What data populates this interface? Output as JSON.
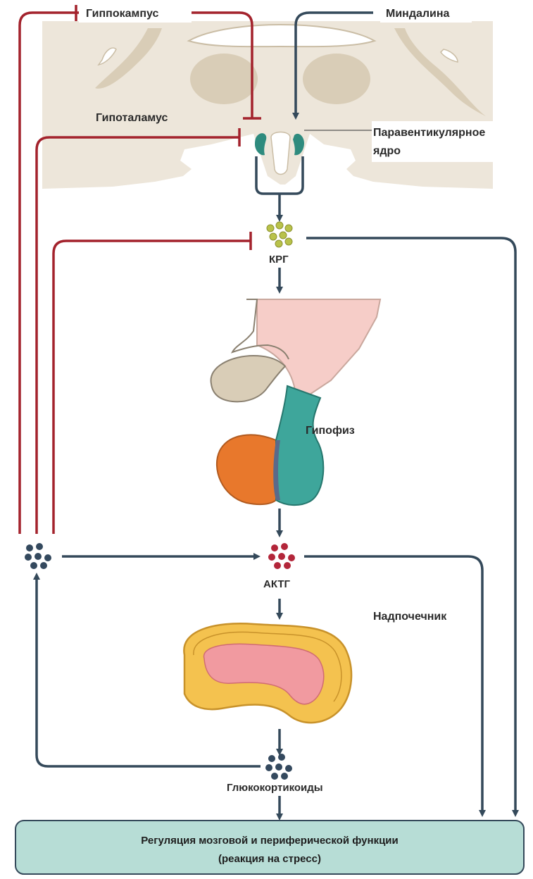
{
  "labels": {
    "hippocampus": "Гиппокампус",
    "amygdala": "Миндалина",
    "hypothalamus": "Гипоталамус",
    "paraventricular_line1": "Паравентикулярное",
    "paraventricular_line2": "ядро",
    "crh": "КРГ",
    "pituitary": "Гипофиз",
    "acth": "АКТГ",
    "adrenal": "Надпочечник",
    "glucocorticoids": "Глюкокортикоиды"
  },
  "outcome": {
    "line1": "Регуляция мозговой и периферической функции",
    "line2": "(реакция на стресс)"
  },
  "colors": {
    "inhibition": "#a3222c",
    "activation": "#34495a",
    "brain_tissue": "#ede6da",
    "brain_structures": "#d9cdb7",
    "nucleus": "#2e8b7e",
    "crh_dots": "#b9c24a",
    "acth_dots": "#b3263a",
    "hormone_dots": "#34495e",
    "pituitary_anterior": "#e8782c",
    "pituitary_posterior": "#3ea69b",
    "adrenal_cortex": "#f4c24f",
    "adrenal_medulla": "#f19aa0",
    "outcome_box": "#b7ddd6"
  }
}
